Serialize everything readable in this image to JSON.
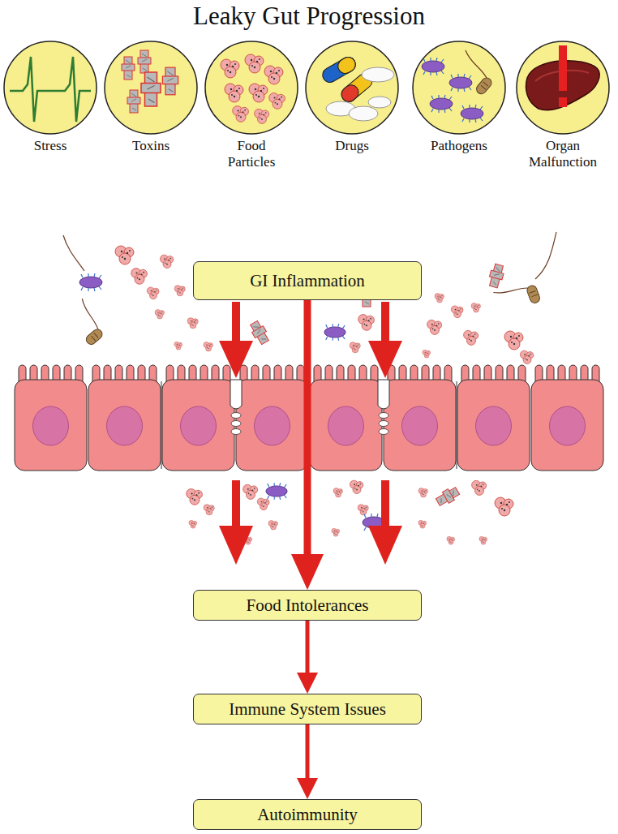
{
  "diagram": {
    "title": "Leaky Gut Progression",
    "nodes": [
      {
        "text": [
          "Stress"
        ]
      },
      {
        "text": [
          "Toxins"
        ]
      },
      {
        "text": [
          "Food Particles"
        ]
      },
      {
        "text": [
          "Drugs"
        ]
      },
      {
        "text": [
          "Pathogens"
        ]
      },
      {
        "text": [
          "Organ Malfunction"
        ]
      },
      {
        "text": [
          "GI Inflammation"
        ]
      },
      {
        "text": [
          "Food Intolerances"
        ]
      },
      {
        "text": [
          "Immune System Issues"
        ]
      },
      {
        "text": [
          "Autoimmunity"
        ]
      }
    ],
    "edges": [
      {
        "from": 6,
        "to": 7,
        "arrow": "to"
      },
      {
        "from": 7,
        "to": 8,
        "arrow": "to"
      },
      {
        "from": 8,
        "to": 9,
        "arrow": "to"
      }
    ]
  }
}
